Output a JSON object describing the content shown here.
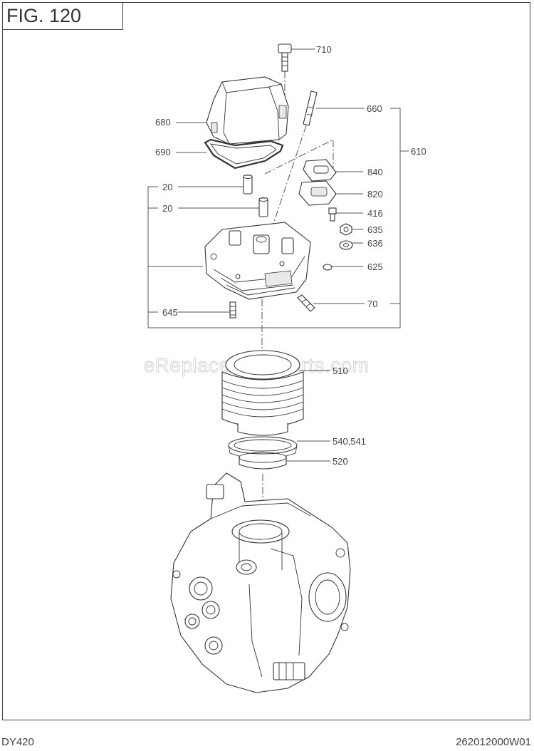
{
  "figure": {
    "title": "FIG. 120"
  },
  "footer": {
    "model": "DY420",
    "code": "262012000W01"
  },
  "watermark": "eReplacementParts.com",
  "callouts": {
    "c710": "710",
    "c660": "660",
    "c680": "680",
    "c690": "690",
    "c610": "610",
    "c840": "840",
    "c20a": "20",
    "c20b": "20",
    "c820": "820",
    "c416": "416",
    "c635": "635",
    "c636": "636",
    "c625": "625",
    "c70": "70",
    "c645": "645",
    "c510": "510",
    "c540": "540,541",
    "c520": "520"
  }
}
